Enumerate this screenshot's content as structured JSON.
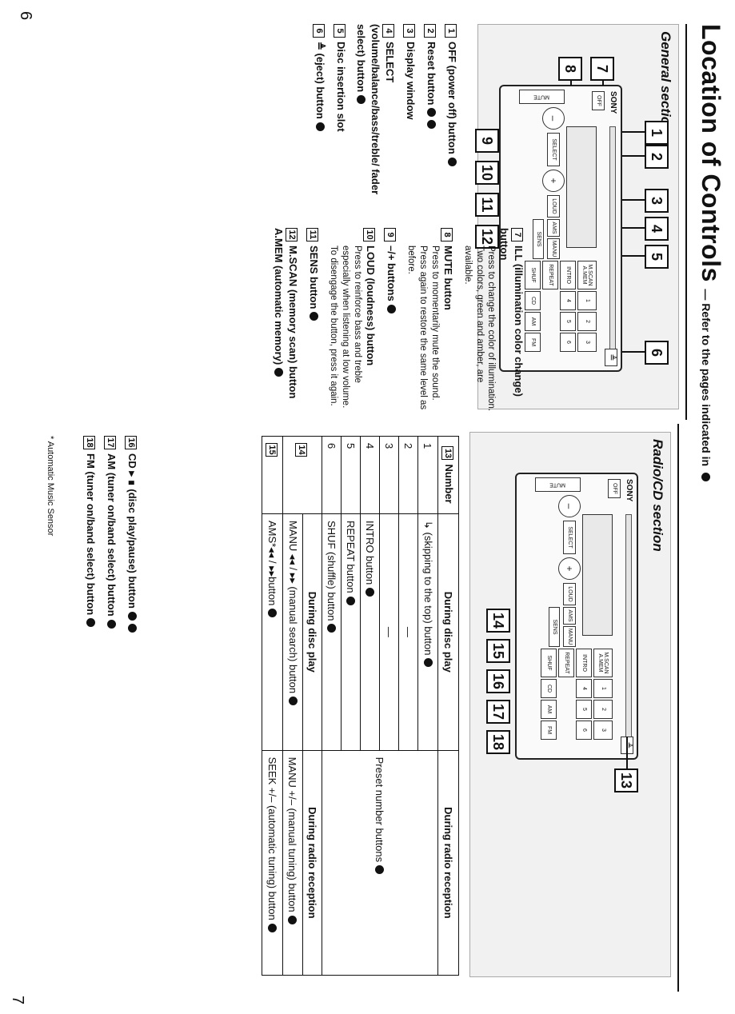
{
  "page": {
    "title": "Location of Controls",
    "subtitle": "— Refer to the pages indicated in",
    "left_page_number": "6",
    "right_page_number": "7"
  },
  "colors": {
    "ink": "#111111",
    "paper": "#ffffff",
    "panel": "#f1f1f1"
  },
  "general_section": {
    "heading": "General section",
    "device": {
      "brand": "SONY",
      "off": "OFF",
      "mute": "MUTE",
      "select": "SELECT",
      "loud": "LOUD",
      "sens": "SENS",
      "manu": "MANU",
      "ams": "AMS",
      "mscan": "M.SCAN A.MEM",
      "intro": "INTRO",
      "repeat": "REPEAT",
      "shuf": "SHUF",
      "p1": "1",
      "p2": "2",
      "p3": "3",
      "p4": "4",
      "p5": "5",
      "p6": "6",
      "fm": "FM",
      "am": "AM",
      "cd": "CD",
      "eject": "≜"
    },
    "callouts": [
      "1",
      "2",
      "3",
      "4",
      "5",
      "6",
      "7",
      "8",
      "9",
      "10",
      "11",
      "12"
    ],
    "items_col1": [
      {
        "num": "1",
        "label": "OFF (power off) button",
        "desc": ""
      },
      {
        "num": "2",
        "label": "Reset button",
        "desc": ""
      },
      {
        "num": "3",
        "label": "Display window",
        "desc": ""
      },
      {
        "num": "4",
        "label": "SELECT (volume/balance/bass/treble/ fader select) button",
        "desc": ""
      },
      {
        "num": "5",
        "label": "Disc insertion slot",
        "desc": ""
      },
      {
        "num": "6",
        "label": "≜ (eject) button",
        "desc": ""
      }
    ],
    "items_col2": [
      {
        "num": "7",
        "label": "ILL (illumination color change) button",
        "desc": "Press to change the color of illumination. Two colors, green and amber, are available."
      },
      {
        "num": "8",
        "label": "MUTE button",
        "desc": "Press to momentarily mute the sound. Press again to restore the same level as before."
      },
      {
        "num": "9",
        "label": "–/+ buttons",
        "desc": ""
      },
      {
        "num": "10",
        "label": "LOUD (loudness) button",
        "desc": "Press to reinforce bass and treble especially when listening at low volume. To disengage the button, press it again."
      },
      {
        "num": "11",
        "label": "SENS button",
        "desc": ""
      },
      {
        "num": "12",
        "label": "M.SCAN (memory scan) button A.MEM (automatic memory)",
        "desc": ""
      }
    ]
  },
  "radio_cd_section": {
    "heading": "Radio/CD section",
    "device": {
      "brand": "SONY",
      "off": "OFF",
      "mute": "MUTE",
      "select": "SELECT",
      "loud": "LOUD",
      "sens": "SENS",
      "manu": "MANU",
      "ams": "AMS",
      "mscan": "M.SCAN A.MEM",
      "intro": "INTRO",
      "repeat": "REPEAT",
      "shuf": "SHUF",
      "p1": "1",
      "p2": "2",
      "p3": "3",
      "p4": "4",
      "p5": "5",
      "p6": "6",
      "fm": "FM",
      "am": "AM",
      "cd": "CD",
      "eject": "≜"
    },
    "callouts": [
      "13",
      "14",
      "15",
      "16",
      "17",
      "18"
    ],
    "table": {
      "id": "13",
      "headers": [
        "Number",
        "During disc play",
        "During radio reception"
      ],
      "rows": [
        [
          "1",
          "↳ (skipping to the top) button",
          ""
        ],
        [
          "2",
          "—",
          ""
        ],
        [
          "3",
          "—",
          ""
        ],
        [
          "4",
          "INTRO button",
          "Preset number buttons"
        ],
        [
          "5",
          "REPEAT button",
          ""
        ],
        [
          "6",
          "SHUF (shuffle) button",
          ""
        ]
      ],
      "row14": {
        "num": "14",
        "header": "During disc play",
        "disc": "MANU ◂◂ / ▸▸ (manual search) button",
        "radio_header": "During radio reception",
        "radio": "MANU +/– (manual tuning) button"
      },
      "row15": {
        "num": "15",
        "disc": "AMS*◂◂ / ▸▸button",
        "radio": "SEEK +/– (automatic tuning) button"
      }
    },
    "items": [
      {
        "num": "16",
        "label": "CD ▸ ∎ (disc play/pause) button"
      },
      {
        "num": "17",
        "label": "AM (tuner on/band select) button"
      },
      {
        "num": "18",
        "label": "FM (tuner on/band select) button"
      }
    ],
    "footnote": "* Automatic Music Sensor"
  }
}
